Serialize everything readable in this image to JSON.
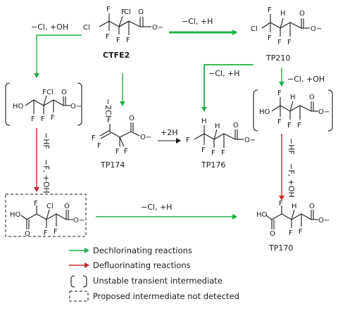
{
  "colors": {
    "dechlorinating": "#1fb04a",
    "defluorinating": "#c8272d",
    "neutral": "#1a1a1a"
  },
  "compounds": {
    "ctfe2": "CTFE2",
    "tp210": "TP210",
    "tp174": "TP174",
    "tp176": "TP176",
    "tp170": "TP170"
  },
  "reactions": {
    "ctfe2_to_left": "−Cl, +OH",
    "ctfe2_to_tp210": "−Cl, +H",
    "ctfe2_to_tp174": "−2Cl",
    "tp210_to_tp176": "−Cl, +H",
    "tp210_to_right": "−Cl, +OH",
    "tp174_to_tp176": "+2H",
    "left_minus_hf": "−HF",
    "left_minus_f_plus_oh": "−F, +OH",
    "right_minus_hf": "−HF",
    "right_minus_f_plus_oh": "−F, +OH",
    "bottom_to_tp170": "−Cl, +H"
  },
  "atoms": {
    "F": "F",
    "Cl": "Cl",
    "H": "H",
    "O": "O",
    "HO": "HO",
    "O_minus": "O−"
  },
  "legend": {
    "dechlorinating": "Dechlorinating reactions",
    "defluorinating": "Defluorinating reactions",
    "unstable": "Unstable transient intermediate",
    "proposed": "Proposed intermediate not detected"
  }
}
